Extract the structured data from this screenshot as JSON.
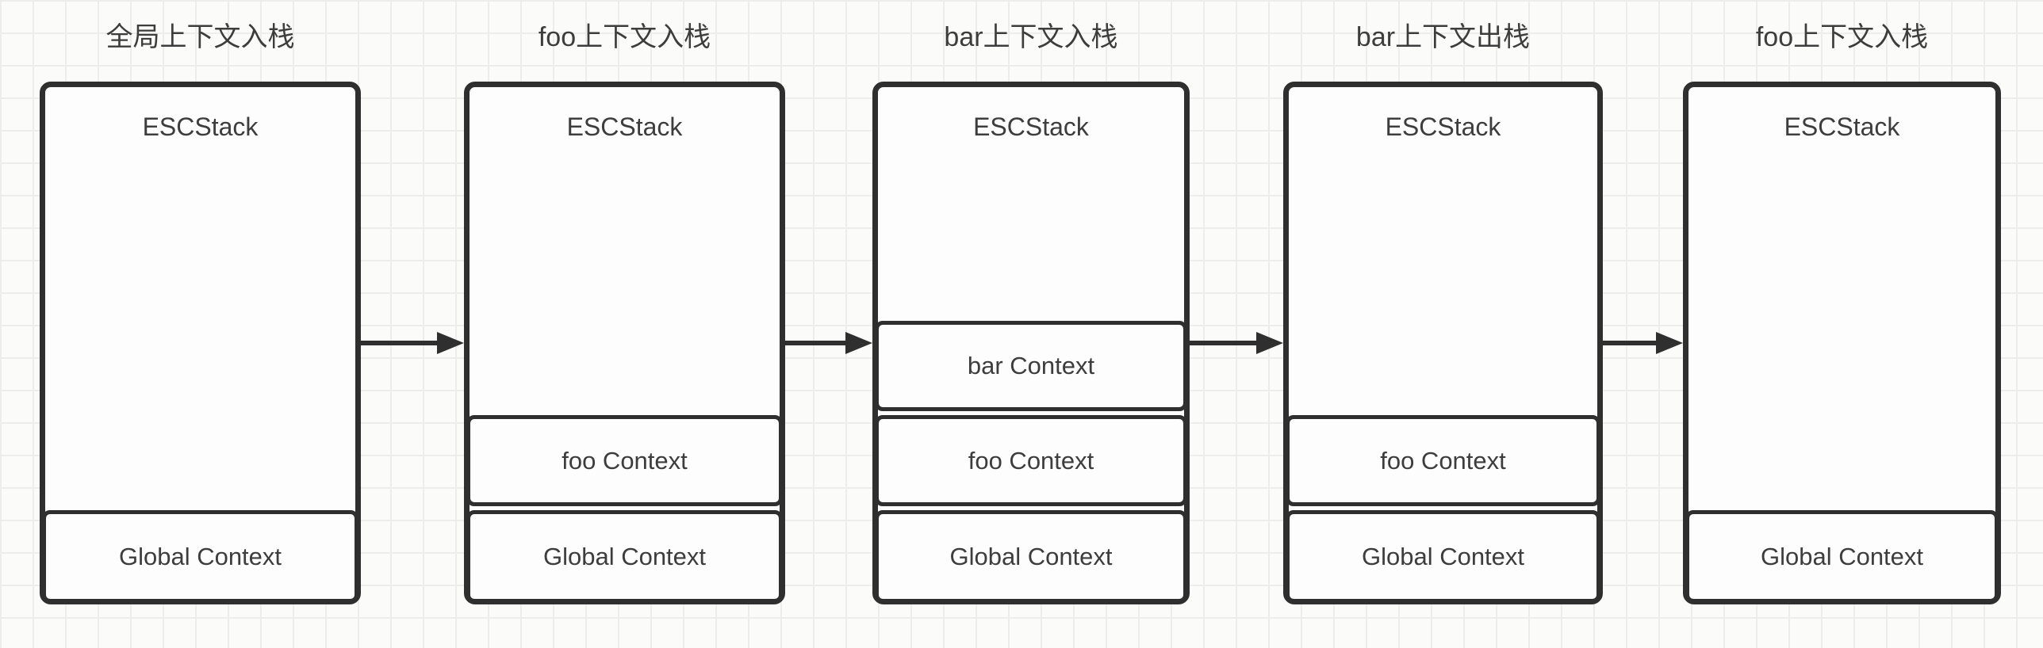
{
  "diagram": {
    "description_labels": {
      "stack_header": "ESCStack"
    },
    "colors": {
      "stroke": "#2f2f2f",
      "text": "#3d3d3d",
      "background": "#fbfbfa",
      "grid_line": "#ededeb"
    },
    "stacks": [
      {
        "title": "全局上下文入栈",
        "header": "ESCStack",
        "items": [
          {
            "label": "Global Context"
          }
        ]
      },
      {
        "title": "foo上下文入栈",
        "header": "ESCStack",
        "items": [
          {
            "label": "foo Context"
          },
          {
            "label": "Global Context"
          }
        ]
      },
      {
        "title": "bar上下文入栈",
        "header": "ESCStack",
        "items": [
          {
            "label": "bar Context"
          },
          {
            "label": "foo Context"
          },
          {
            "label": "Global Context"
          }
        ]
      },
      {
        "title": "bar上下文出栈",
        "header": "ESCStack",
        "items": [
          {
            "label": "foo Context"
          },
          {
            "label": "Global Context"
          }
        ]
      },
      {
        "title": "foo上下文入栈",
        "header": "ESCStack",
        "items": [
          {
            "label": "Global Context"
          }
        ]
      }
    ],
    "arrows": [
      {
        "from": "stack-1",
        "to": "stack-2",
        "direction": "right"
      },
      {
        "from": "stack-2",
        "to": "stack-3",
        "direction": "right"
      },
      {
        "from": "stack-3",
        "to": "stack-4",
        "direction": "right"
      },
      {
        "from": "stack-4",
        "to": "stack-5",
        "direction": "right"
      }
    ]
  }
}
